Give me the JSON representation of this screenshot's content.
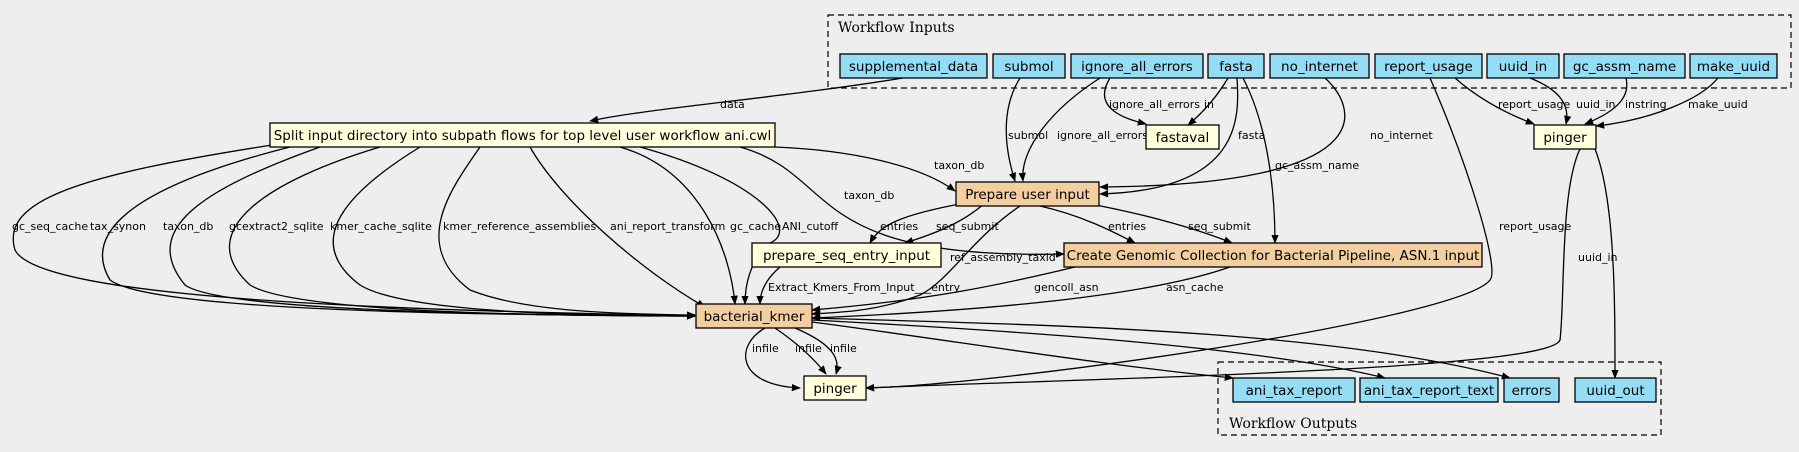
{
  "colors": {
    "background": "#eeeeee",
    "io_node": "#94ddf4",
    "step_node": "#ffffde",
    "subworkflow_node": "#f3cea1",
    "edge": "#000000"
  },
  "clusters": {
    "inputs_title": "Workflow Inputs",
    "outputs_title": "Workflow Outputs"
  },
  "inputs": [
    "supplemental_data",
    "submol",
    "ignore_all_errors",
    "fasta",
    "no_internet",
    "report_usage",
    "uuid_in",
    "gc_assm_name",
    "make_uuid"
  ],
  "outputs": [
    "ani_tax_report",
    "ani_tax_report_text",
    "errors",
    "uuid_out"
  ],
  "steps": {
    "split": "Split input directory into subpath flows for top level user workflow ani.cwl",
    "fastaval": "fastaval",
    "pinger_top": "pinger",
    "prepare_input": "Prepare user input",
    "prepare_seq": "prepare_seq_entry_input",
    "genomic_collection": "Create Genomic Collection for Bacterial Pipeline, ASN.1 input",
    "bacterial_kmer": "bacterial_kmer",
    "pinger_bottom": "pinger"
  },
  "edge_labels": {
    "data": "data",
    "ignore_all_errors_fastaval": "ignore_all_errors",
    "in": "in",
    "report_usage": "report_usage",
    "uuid_in_top": "uuid_in",
    "instring": "instring",
    "make_uuid": "make_uuid",
    "submol": "submol",
    "ignore_all_errors_prepare": "ignore_all_errors",
    "fasta": "fasta",
    "no_internet": "no_internet",
    "taxon_db_prepare": "taxon_db",
    "gc_assm_name": "gc_assm_name",
    "taxon_db_gc": "taxon_db",
    "entries_seq": "entries",
    "seq_submit_seq": "seq_submit",
    "entries_gc": "entries",
    "seq_submit_gc": "seq_submit",
    "report_usage_bottom": "report_usage",
    "uuid_in_bottom": "uuid_in",
    "gc_seq_cache": "gc_seq_cache",
    "tax_synon": "tax_synon",
    "taxon_db_kmer": "taxon_db",
    "gcextract2_sqlite": "gcextract2_sqlite",
    "kmer_cache_sqlite": "kmer_cache_sqlite",
    "kmer_reference_assemblies": "kmer_reference_assemblies",
    "ani_report_transform": "ani_report_transform",
    "gc_cache": "gc_cache",
    "ANI_cutoff": "ANI_cutoff",
    "ref_assembly_taxid": "ref_assembly_taxid",
    "extract_kmers": "Extract_Kmers_From_Input___entry",
    "gencoll_asn": "gencoll_asn",
    "asn_cache": "asn_cache",
    "infile_1": "infile",
    "infile_2": "infile",
    "infile_3": "infile"
  }
}
